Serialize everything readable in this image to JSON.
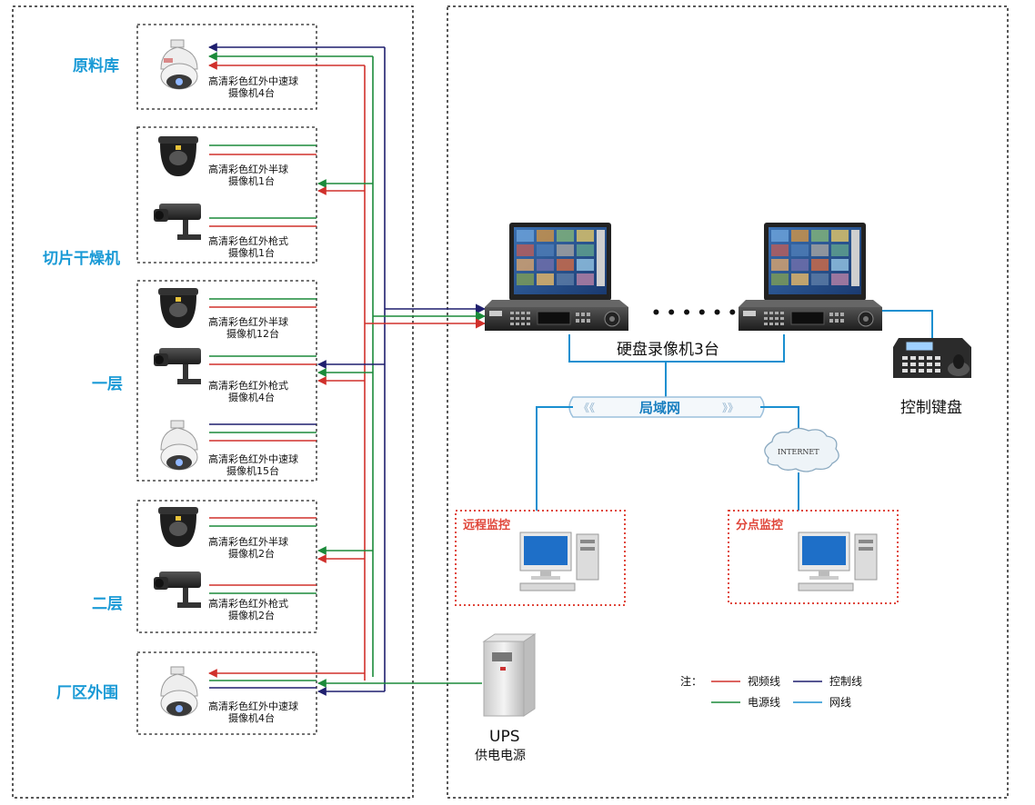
{
  "colors": {
    "video": "#d0302b",
    "control": "#1f1f6e",
    "power": "#1b8a3a",
    "network": "#1a8fd0",
    "area_label": "#1a9ad6",
    "monitor_label": "#e0463a"
  },
  "areas": {
    "raw_storage": "原料库",
    "slice_dryer": "切片干燥机",
    "floor1": "一层",
    "floor2": "二层",
    "perimeter": "厂区外围"
  },
  "cameras": {
    "c1_line1": "高清彩色红外中速球",
    "c1_line2": "摄像机4台",
    "c2_line1": "高清彩色红外半球",
    "c2_line2": "摄像机1台",
    "c3_line1": "高清彩色红外枪式",
    "c3_line2": "摄像机1台",
    "c4_line1": "高清彩色红外半球",
    "c4_line2": "摄像机12台",
    "c5_line1": "高清彩色红外枪式",
    "c5_line2": "摄像机4台",
    "c6_line1": "高清彩色红外中速球",
    "c6_line2": "摄像机15台",
    "c7_line1": "高清彩色红外半球",
    "c7_line2": "摄像机2台",
    "c8_line1": "高清彩色红外枪式",
    "c8_line2": "摄像机2台",
    "c9_line1": "高清彩色红外中速球",
    "c9_line2": "摄像机4台"
  },
  "devices": {
    "dvr_label": "硬盘录像机3台",
    "ellipsis": "• • • • • •",
    "keyboard_label": "控制键盘",
    "lan_label": "局域网",
    "internet_label": "INTERNET",
    "remote_label": "远程监控",
    "branch_label": "分点监控",
    "ups_line1": "UPS",
    "ups_line2": "供电电源"
  },
  "legend": {
    "prefix": "注：",
    "video": "视频线",
    "control": "控制线",
    "power": "电源线",
    "network": "网线"
  }
}
